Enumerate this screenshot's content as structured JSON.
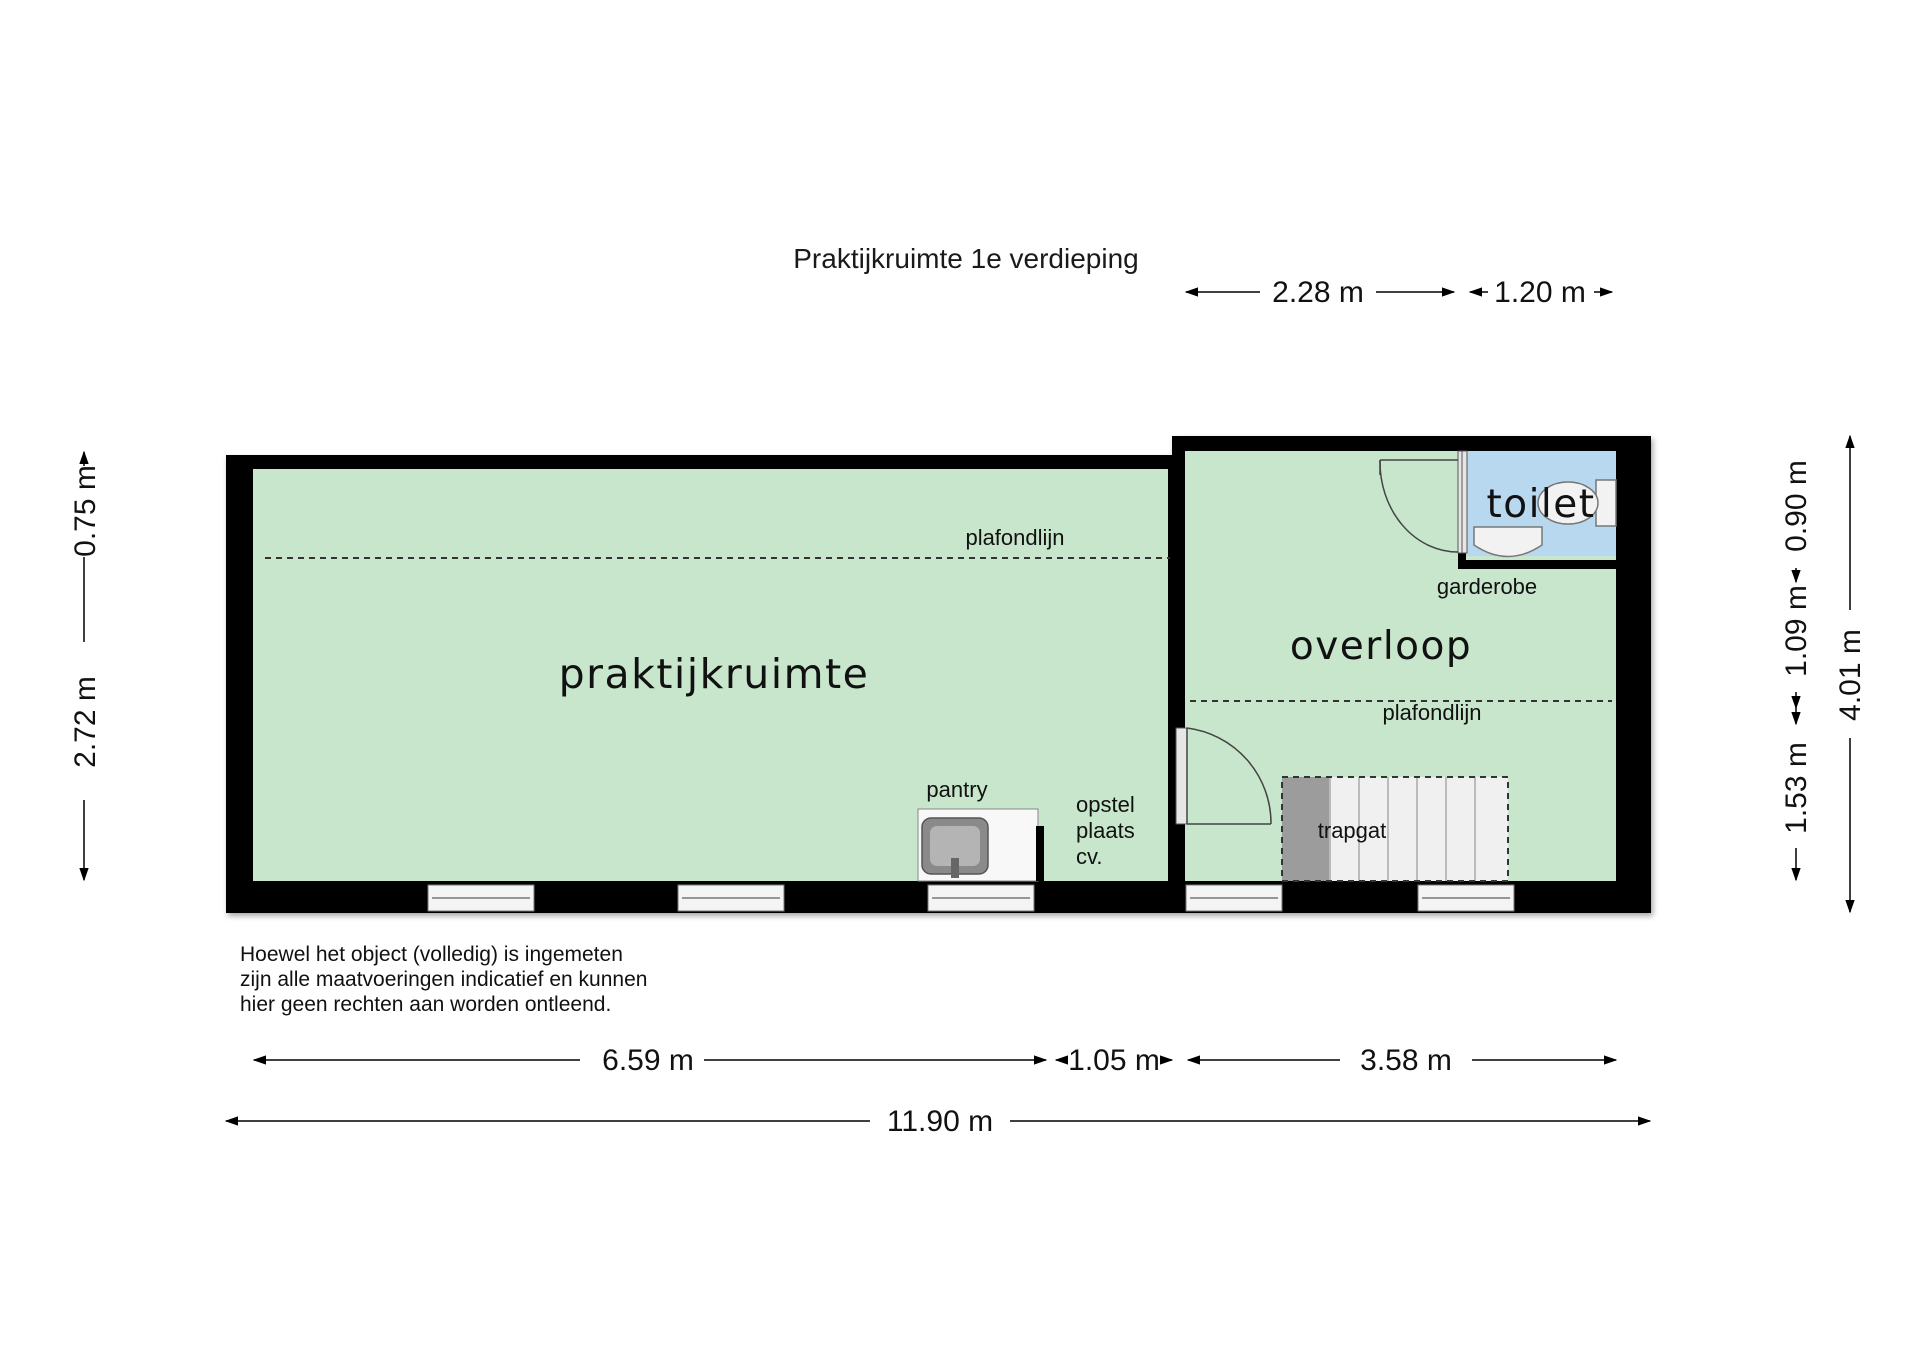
{
  "title": "Praktijkruimte 1e verdieping",
  "rooms": {
    "praktijkruimte": "praktijkruimte",
    "overloop": "overloop",
    "toilet": "toilet",
    "garderobe": "garderobe",
    "pantry": "pantry",
    "opstel_line1": "opstel",
    "opstel_line2": "plaats",
    "opstel_line3": "cv.",
    "trapgat": "trapgat",
    "plafondlijn_left": "plafondlijn",
    "plafondlijn_right": "plafondlijn"
  },
  "dimensions": {
    "top_left": "2.28 m",
    "top_right": "1.20 m",
    "left_upper": "0.75 m",
    "left_lower": "2.72 m",
    "right_1": "0.90 m",
    "right_2": "1.09 m",
    "right_3": "1.53 m",
    "right_total": "4.01 m",
    "bottom_1": "6.59 m",
    "bottom_2": "1.05 m",
    "bottom_3": "3.58 m",
    "bottom_total": "11.90 m"
  },
  "disclaimer": {
    "line1": "Hoewel het object (volledig) is ingemeten",
    "line2": "zijn alle maatvoeringen indicatief en kunnen",
    "line3": "hier geen rechten aan worden ontleend."
  },
  "colors": {
    "room_fill": "#c8e6cc",
    "toilet_fill": "#b7d8ef",
    "wall": "#000000"
  }
}
